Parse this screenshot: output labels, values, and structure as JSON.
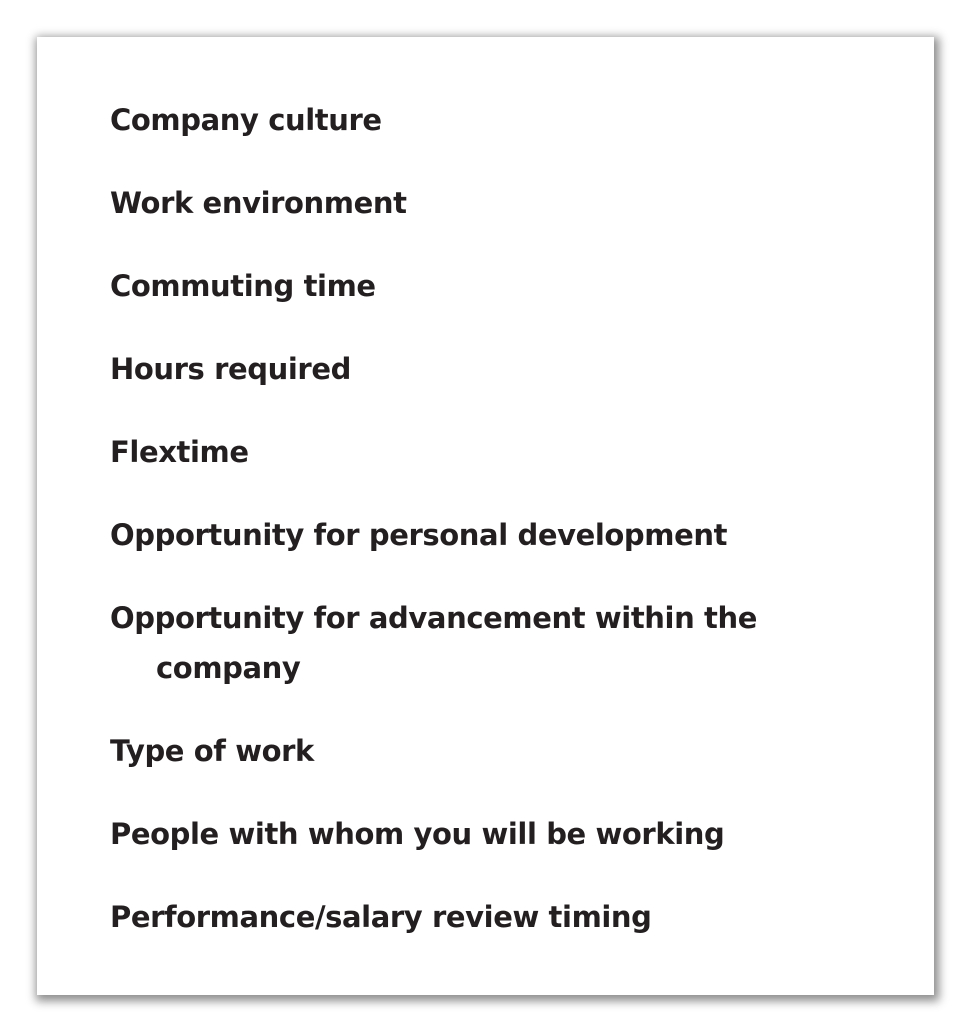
{
  "items": [
    "Company culture",
    "Work environment",
    "Commuting time",
    "Hours required",
    "Flextime",
    "Opportunity for personal development",
    "Opportunity for advancement within the company",
    "Type of work",
    "People with whom you will be working",
    "Performance/salary review timing"
  ]
}
